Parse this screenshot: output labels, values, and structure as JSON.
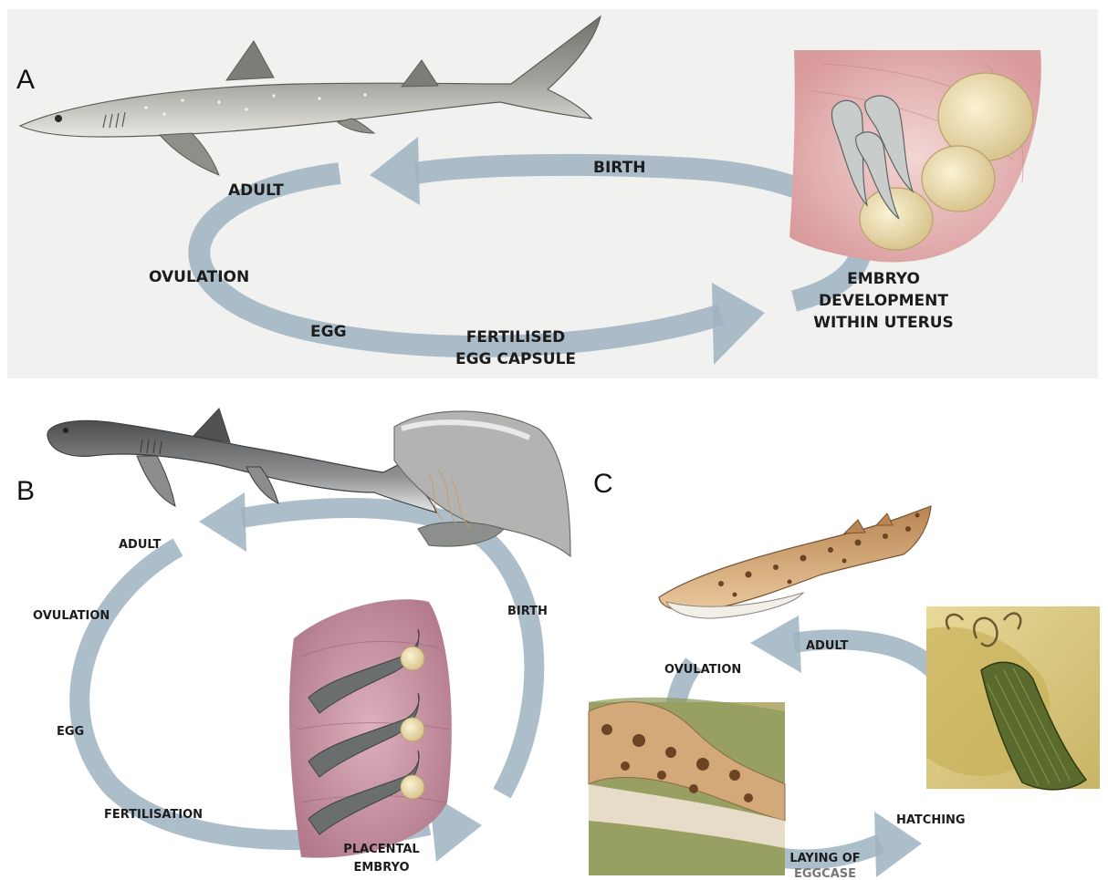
{
  "panels": {
    "a": {
      "letter": "A",
      "labels": {
        "adult": "ADULT",
        "birth": "BIRTH",
        "ovulation": "OVULATION",
        "egg": "EGG",
        "fertilised_1": "FERTILISED",
        "fertilised_2": "EGG CAPSULE",
        "embryo_1": "EMBRYO",
        "embryo_2": "DEVELOPMENT",
        "embryo_3": "WITHIN UTERUS"
      }
    },
    "b": {
      "letter": "B",
      "labels": {
        "adult": "ADULT",
        "ovulation": "OVULATION",
        "egg": "EGG",
        "fertilisation": "FERTILISATION",
        "birth": "BIRTH",
        "placental_1": "PLACENTAL",
        "placental_2": "EMBRYO"
      }
    },
    "c": {
      "letter": "C",
      "labels": {
        "adult": "ADULT",
        "ovulation": "OVULATION",
        "hatching": "HATCHING",
        "laying_1": "LAYING OF",
        "laying_2": "EGGCASE"
      }
    }
  },
  "colors": {
    "arrow": "#9fb3c2",
    "panel_a_bg": "#f1f2f0",
    "uterus": "#e7b9b8",
    "placenta": "#c8909f",
    "shark_grey": "#8e918a",
    "catshark": "#c8955e",
    "eggcase": "#5b6a2d"
  },
  "icons": [
    "spiny-dogfish-illustration",
    "uterus-embryos-illustration",
    "hammerhead-illustration",
    "birth-illustration",
    "placental-embryos-illustration",
    "catshark-illustration",
    "catshark-closeup-illustration",
    "eggcase-illustration"
  ]
}
